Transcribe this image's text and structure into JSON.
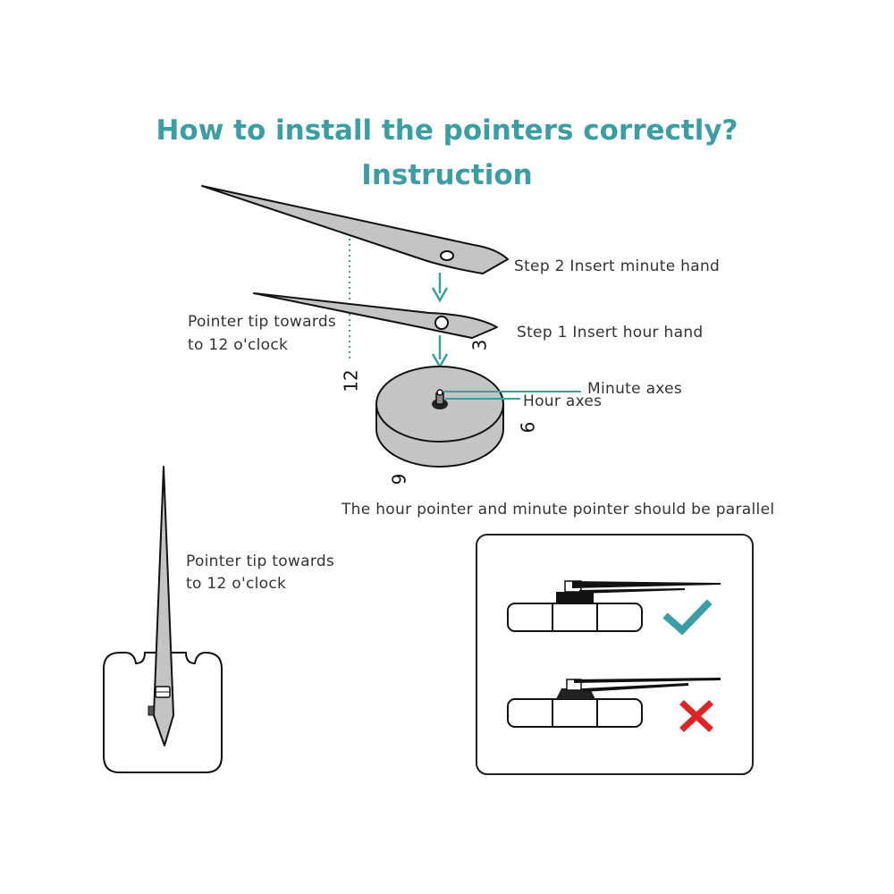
{
  "header": {
    "title": "How to install the pointers correctly?",
    "subtitle": "Instruction"
  },
  "top_diagram": {
    "step2": "Step 2 Insert minute hand",
    "step1": "Step 1 Insert hour hand",
    "pointer_tip_line1": "Pointer tip towards",
    "pointer_tip_line2": "to 12 o'clock",
    "minute_axes": "Minute axes",
    "hour_axes": "Hour axes",
    "dial_numbers": {
      "twelve": "12",
      "three": "3",
      "six": "6",
      "nine": "9"
    }
  },
  "parallel_note": "The hour pointer and minute pointer should be parallel",
  "bottom_left": {
    "pointer_tip_line1": "Pointer tip towards",
    "pointer_tip_line2": "to 12 o'clock"
  },
  "colors": {
    "accent": "#3a9ea5",
    "hand_fill": "#c4c4c4",
    "correct": "#3a9ea5",
    "wrong": "#e02424"
  },
  "icons": {
    "correct": "check-mark-icon",
    "wrong": "cross-mark-icon"
  }
}
